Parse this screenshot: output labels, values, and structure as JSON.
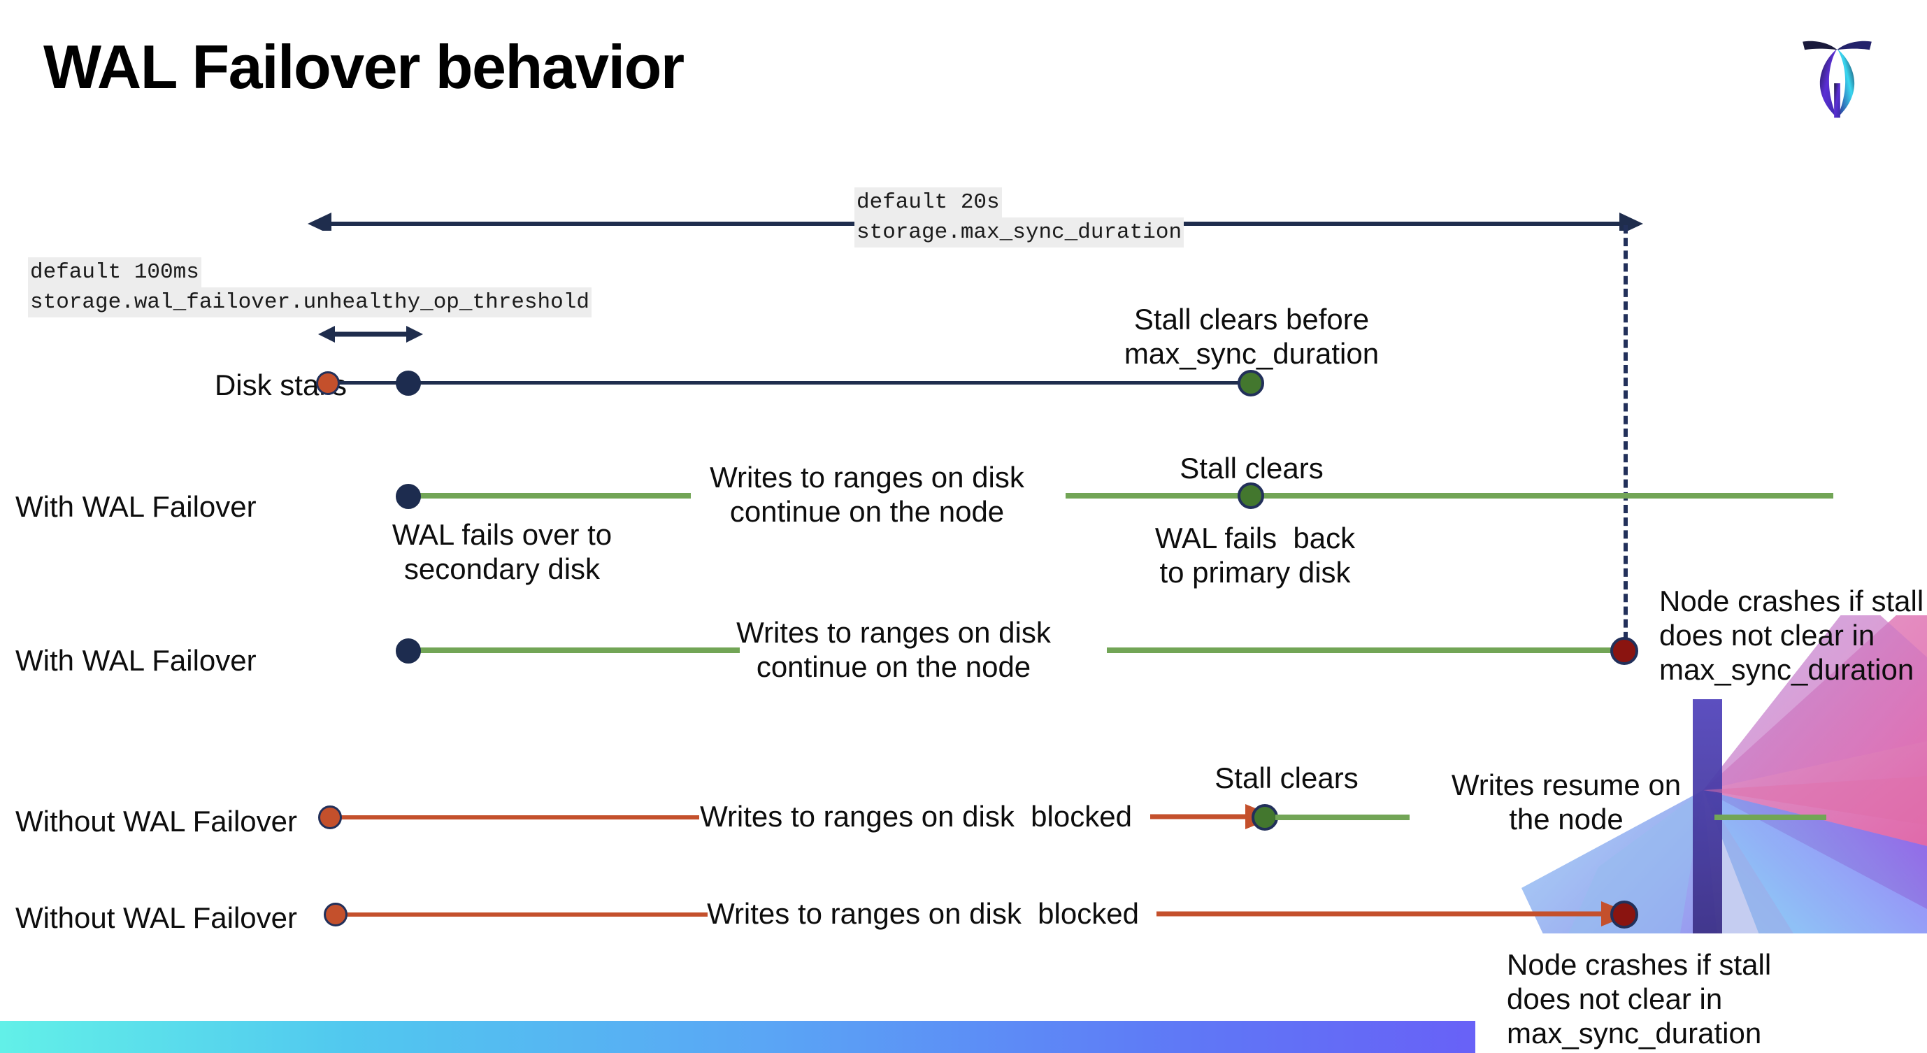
{
  "page": {
    "title": "WAL Failover behavior",
    "brand_logo_name": "cockroachdb-logo"
  },
  "annotations": {
    "max_sync": {
      "default": "default 20s",
      "setting": "storage.max_sync_duration"
    },
    "unhealthy_threshold": {
      "default": "default 100ms",
      "setting": "storage.wal_failover.unhealthy_op_threshold"
    }
  },
  "rows": [
    {
      "id": "disk-stalls",
      "label": "Disk stalls",
      "notes": [
        "Stall clears before\nmax_sync_duration"
      ]
    },
    {
      "id": "with-wal-failover-clears",
      "label": "With WAL Failover",
      "notes": [
        "Writes to ranges on disk\ncontinue on the node",
        "Stall clears",
        "WAL fails over to\nsecondary disk",
        "WAL fails  back\nto primary disk"
      ]
    },
    {
      "id": "with-wal-failover-crash",
      "label": "With WAL Failover",
      "notes": [
        "Writes to ranges on disk\ncontinue on the node",
        "Node crashes if stall\ndoes not clear in\nmax_sync_duration"
      ]
    },
    {
      "id": "without-wal-failover-clears",
      "label": "Without WAL Failover",
      "notes": [
        "Writes to ranges on disk  blocked",
        "Stall clears",
        "Writes resume on\nthe node"
      ]
    },
    {
      "id": "without-wal-failover-crash",
      "label": "Without WAL Failover",
      "notes": [
        "Writes to ranges on disk  blocked",
        "Node crashes if stall\ndoes not clear in\nmax_sync_duration"
      ]
    }
  ],
  "colors": {
    "navy": "#1f2d4d",
    "green_line": "#72a556",
    "green_dot": "#43772e",
    "red_line": "#c4502c",
    "orange_dot": "#c4502c",
    "dark_red_dot": "#8a1410",
    "chip_bg": "#ededed",
    "bar_gradient_start": "#62f0e8",
    "bar_gradient_end": "#7b4ff6"
  }
}
